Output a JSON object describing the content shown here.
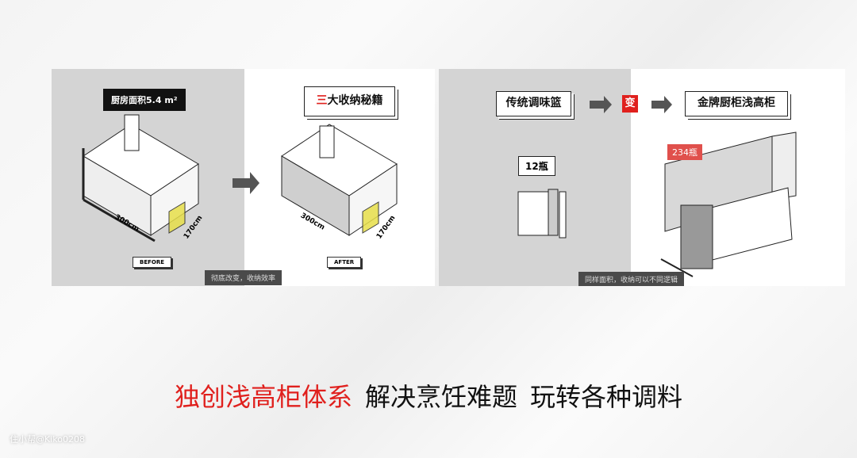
{
  "left_panel": {
    "area_bubble": "厨房面积5.4 m²",
    "title_prefix": "三",
    "title": "大收纳秘籍",
    "before_label": "BEFORE",
    "after_label": "AFTER",
    "dim_length": "300cm",
    "dim_width": "170cm",
    "caption": "彻底改变，收纳效率"
  },
  "right_panel": {
    "traditional": "传统调味篮",
    "change": "变",
    "new": "金牌厨柜浅高柜",
    "old_count": "12瓶",
    "new_count": "234瓶",
    "caption": "同样面积，收纳可以不同逻辑"
  },
  "tagline": {
    "red": "独创浅高柜体系",
    "part2": "解决烹饪难题",
    "part3": "玩转各种调料"
  },
  "watermark": "住小帮@Kiko0208",
  "colors": {
    "accent": "#e0201d",
    "gray_bg": "#d4d4d4"
  }
}
